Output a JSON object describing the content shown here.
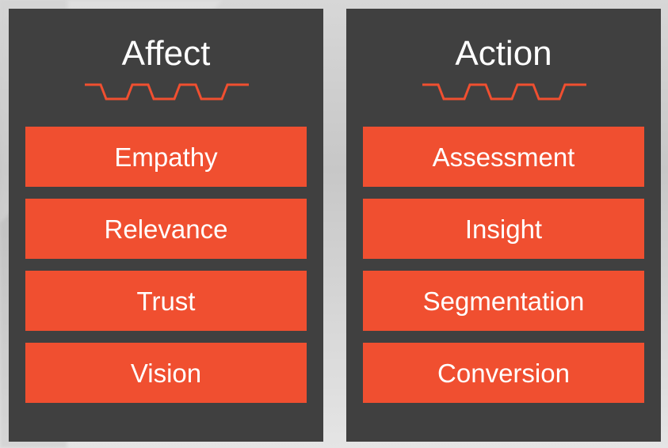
{
  "columns": [
    {
      "title": "Affect",
      "items": [
        "Empathy",
        "Relevance",
        "Trust",
        "Vision"
      ]
    },
    {
      "title": "Action",
      "items": [
        "Assessment",
        "Insight",
        "Segmentation",
        "Conversion"
      ]
    }
  ],
  "colors": {
    "panel": "#404040",
    "accent": "#f04f30",
    "text": "#ffffff"
  },
  "icons": {
    "divider": "wave-divider-icon"
  }
}
